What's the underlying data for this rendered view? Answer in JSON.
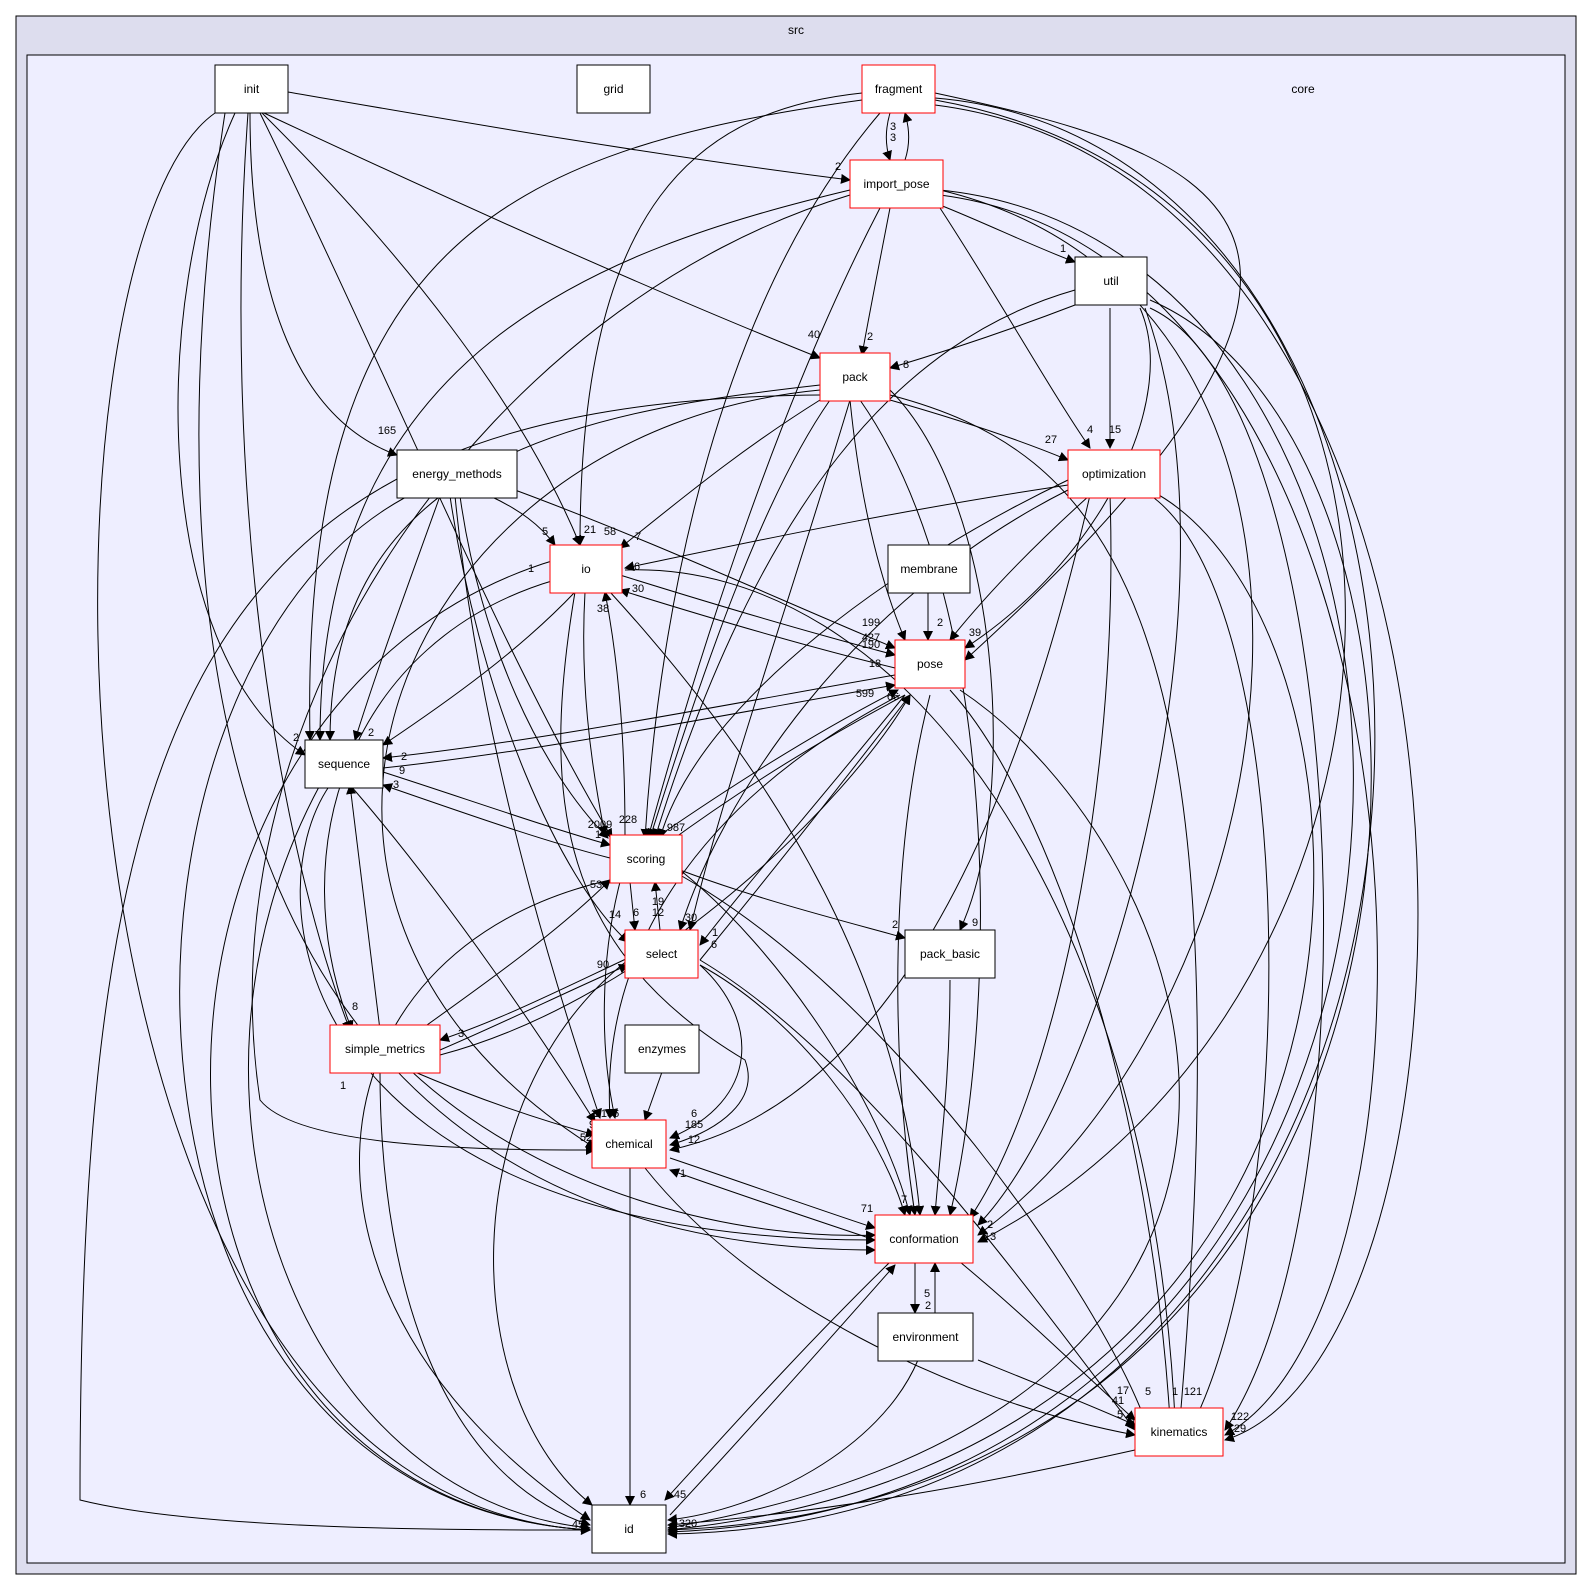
{
  "clusters": {
    "outer": {
      "label": "src",
      "fill": "#ddddee"
    },
    "inner": {
      "label": "core",
      "fill": "#eeeeff"
    }
  },
  "colors": {
    "normal_border": "#000000",
    "highlight_border": "#ff0000",
    "edge": "#000000"
  },
  "nodes": [
    {
      "id": "init",
      "label": "init",
      "border": "normal"
    },
    {
      "id": "grid",
      "label": "grid",
      "border": "normal"
    },
    {
      "id": "fragment",
      "label": "fragment",
      "border": "highlight"
    },
    {
      "id": "import_pose",
      "label": "import_pose",
      "border": "highlight"
    },
    {
      "id": "util",
      "label": "util",
      "border": "normal"
    },
    {
      "id": "pack",
      "label": "pack",
      "border": "highlight"
    },
    {
      "id": "energy_methods",
      "label": "energy_methods",
      "border": "normal"
    },
    {
      "id": "optimization",
      "label": "optimization",
      "border": "highlight"
    },
    {
      "id": "io",
      "label": "io",
      "border": "highlight"
    },
    {
      "id": "membrane",
      "label": "membrane",
      "border": "normal"
    },
    {
      "id": "pose",
      "label": "pose",
      "border": "highlight"
    },
    {
      "id": "sequence",
      "label": "sequence",
      "border": "normal"
    },
    {
      "id": "scoring",
      "label": "scoring",
      "border": "highlight"
    },
    {
      "id": "select",
      "label": "select",
      "border": "highlight"
    },
    {
      "id": "pack_basic",
      "label": "pack_basic",
      "border": "normal"
    },
    {
      "id": "simple_metrics",
      "label": "simple_metrics",
      "border": "highlight"
    },
    {
      "id": "enzymes",
      "label": "enzymes",
      "border": "normal"
    },
    {
      "id": "chemical",
      "label": "chemical",
      "border": "highlight"
    },
    {
      "id": "conformation",
      "label": "conformation",
      "border": "highlight"
    },
    {
      "id": "environment",
      "label": "environment",
      "border": "normal"
    },
    {
      "id": "kinematics",
      "label": "kinematics",
      "border": "highlight"
    },
    {
      "id": "id",
      "label": "id",
      "border": "normal"
    }
  ],
  "edge_labels": [
    "3",
    "3",
    "2",
    "1",
    "2",
    "40",
    "8",
    "27",
    "4",
    "15",
    "165",
    "5",
    "21",
    "58",
    "7",
    "6",
    "30",
    "1",
    "38",
    "199",
    "2",
    "39",
    "427",
    "190",
    "18",
    "599",
    "66",
    "1",
    "2",
    "2",
    "19",
    "1",
    "2",
    "9",
    "3",
    "2009",
    "228",
    "1",
    "987",
    "53",
    "14",
    "6",
    "19",
    "12",
    "30",
    "1",
    "6",
    "90",
    "2",
    "9",
    "8",
    "3",
    "1",
    "2",
    "2186",
    "9",
    "52",
    "6",
    "185",
    "12",
    "180",
    "1",
    "71",
    "7",
    "45",
    "5",
    "2",
    "1",
    "2",
    "13",
    "17",
    "41",
    "5",
    "1",
    "121",
    "122",
    "29",
    "6",
    "5",
    "45",
    "320",
    "13"
  ]
}
